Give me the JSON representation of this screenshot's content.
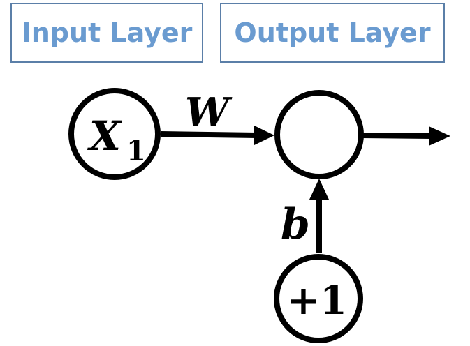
{
  "layers": {
    "input_label": "Input Layer",
    "output_label": "Output Layer"
  },
  "nodes": {
    "input": {
      "symbol": "X",
      "subscript": "1"
    },
    "output": {
      "symbol": ""
    },
    "bias": {
      "symbol": "+1"
    }
  },
  "edges": {
    "input_to_output": {
      "label": "W"
    },
    "bias_to_output": {
      "label": "b"
    }
  },
  "colors": {
    "label_text": "#6a9bd0",
    "box_border": "#5b7fa8",
    "stroke": "#000000"
  }
}
